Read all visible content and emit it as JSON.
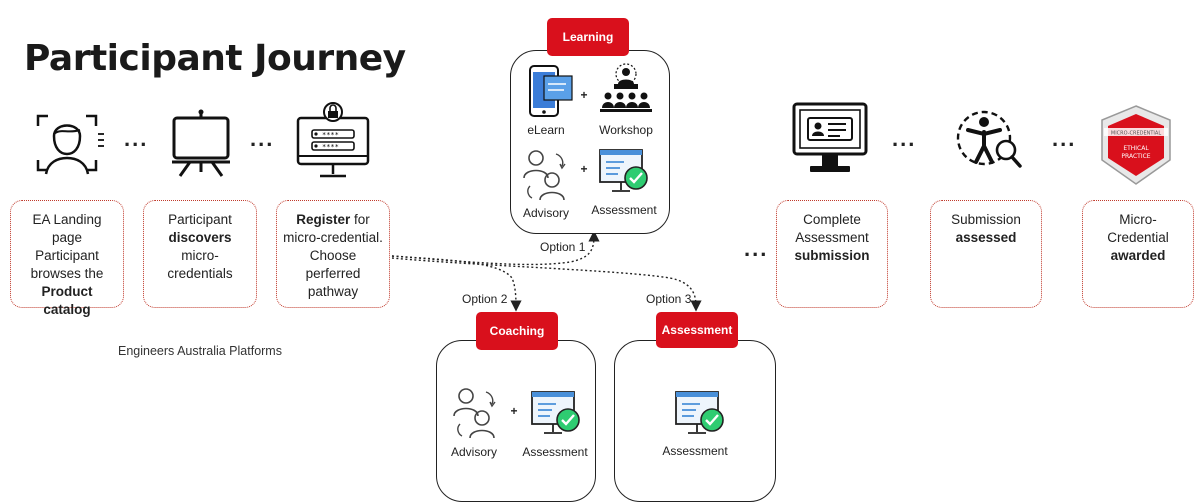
{
  "title": "Participant Journey",
  "steps": [
    {
      "lines": [
        "EA Landing page",
        "Participant",
        "browses the"
      ],
      "bold_line": "Product catalog"
    },
    {
      "pre": "Participant",
      "bold": "discovers",
      "post": " micro-credentials"
    },
    {
      "bold": "Register",
      "post": " for micro-credential. Choose perferred pathway"
    },
    {
      "pre": "Complete Assessment",
      "bold": "submission"
    },
    {
      "pre": "Submission",
      "bold": "assessed"
    },
    {
      "pre": "Micro-Credential",
      "bold": "awarded"
    }
  ],
  "step_texts": {
    "s1_l1": "EA Landing page",
    "s1_l2": "Participant",
    "s1_l3": "browses the",
    "s1_b": "Product catalog",
    "s2_pre": "Participant",
    "s2_b": "discovers",
    "s2_post": " micro-credentials",
    "s3_b": "Register",
    "s3_post": " for micro-credential. Choose perferred pathway",
    "s4_pre": "Complete Assessment",
    "s4_b": "submission",
    "s5_pre": "Submission",
    "s5_b": "assessed",
    "s6_pre": "Micro-Credential",
    "s6_b": "awarded"
  },
  "ellipsis": "...",
  "pathways": {
    "learning": {
      "label": "Learning",
      "elearn": "eLearn",
      "workshop": "Workshop",
      "advisory": "Advisory",
      "assessment": "Assessment"
    },
    "coaching": {
      "label": "Coaching",
      "advisory": "Advisory",
      "assessment": "Assessment"
    },
    "assessment": {
      "label": "Assessment",
      "assessment": "Assessment"
    }
  },
  "plus": "+",
  "options": {
    "opt1": "Option 1",
    "opt2": "Option 2",
    "opt3": "Option 3"
  },
  "footer": "Engineers Australia Platforms",
  "badge": {
    "top": "MICRO-CREDENTIAL",
    "l1": "ETHICAL",
    "l2": "PRACTICE"
  },
  "colors": {
    "accent": "#d9101c",
    "dotted_border": "#c0392b",
    "check": "#2ecc71"
  }
}
